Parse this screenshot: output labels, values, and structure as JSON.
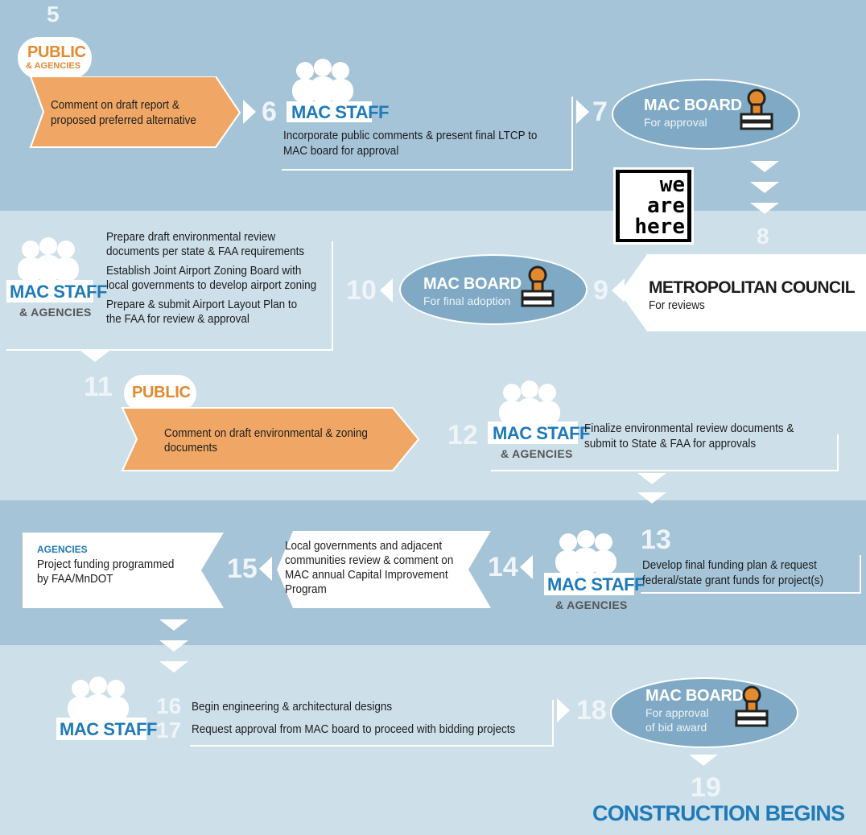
{
  "bands": [
    {
      "color": "#a6c4d8"
    },
    {
      "color": "#cddfe9"
    },
    {
      "color": "#a6c4d8"
    },
    {
      "color": "#cddfe9"
    }
  ],
  "steps": {
    "s5": {
      "num": "5",
      "title": "PUBLIC",
      "subtitle": "& AGENCIES",
      "text_line1": "Comment on draft report &",
      "text_line2": "proposed preferred alternative"
    },
    "s6": {
      "num": "6",
      "actor": "MAC STAFF",
      "text_line1": "Incorporate public comments & present final LTCP to",
      "text_line2": "MAC board for approval"
    },
    "s7": {
      "num": "7",
      "actor": "MAC BOARD",
      "sub": "For approval"
    },
    "s8": {
      "num": "8"
    },
    "s9": {
      "num": "9",
      "actor": "METROPOLITAN COUNCIL",
      "sub": "For reviews"
    },
    "s10": {
      "num": "10",
      "actor": "MAC BOARD",
      "sub": "For final adoption",
      "staff": "MAC STAFF",
      "staff_sub": "& AGENCIES",
      "text_a1": "Prepare draft environmental review",
      "text_a2": "documents per state & FAA requirements",
      "text_b1": "Establish Joint Airport Zoning Board with",
      "text_b2": "local governments to develop airport zoning",
      "text_c1": "Prepare & submit Airport Layout Plan to",
      "text_c2": "the FAA for review & approval"
    },
    "s11": {
      "num": "11",
      "title": "PUBLIC",
      "text_line1": "Comment on draft environmental & zoning",
      "text_line2": "documents"
    },
    "s12": {
      "num": "12",
      "actor": "MAC STAFF",
      "actor_sub": "& AGENCIES",
      "text_line1": "Finalize environmental review documents &",
      "text_line2": "submit to State & FAA for approvals"
    },
    "s13": {
      "num": "13",
      "text_line1": "Develop final funding plan & request",
      "text_line2": "federal/state grant funds for project(s)"
    },
    "s14": {
      "num": "14",
      "actor": "MAC STAFF",
      "actor_sub": "& AGENCIES",
      "text_line1": "Local governments and adjacent",
      "text_line2": "communities review & comment on",
      "text_line3": "MAC annual Capital Improvement",
      "text_line4": "Program"
    },
    "s15": {
      "num": "15",
      "label": "AGENCIES",
      "text_line1": "Project funding programmed",
      "text_line2": "by FAA/MnDOT"
    },
    "s16": {
      "num": "16",
      "actor": "MAC STAFF",
      "text": "Begin engineering & architectural designs"
    },
    "s17": {
      "num": "17",
      "text": "Request approval from MAC board to proceed with bidding projects"
    },
    "s18": {
      "num": "18",
      "actor": "MAC BOARD",
      "sub_line1": "For approval",
      "sub_line2": "of bid award"
    },
    "s19": {
      "num": "19",
      "text": "CONSTRUCTION BEGINS"
    }
  },
  "we_are_here": {
    "line1": "we",
    "line2": "are",
    "line3": "here"
  },
  "colors": {
    "accent_blue": "#1e7ab8",
    "orange": "#f0a765",
    "orange_text": "#e38a2f",
    "ellipse": "#7fa9c4"
  }
}
